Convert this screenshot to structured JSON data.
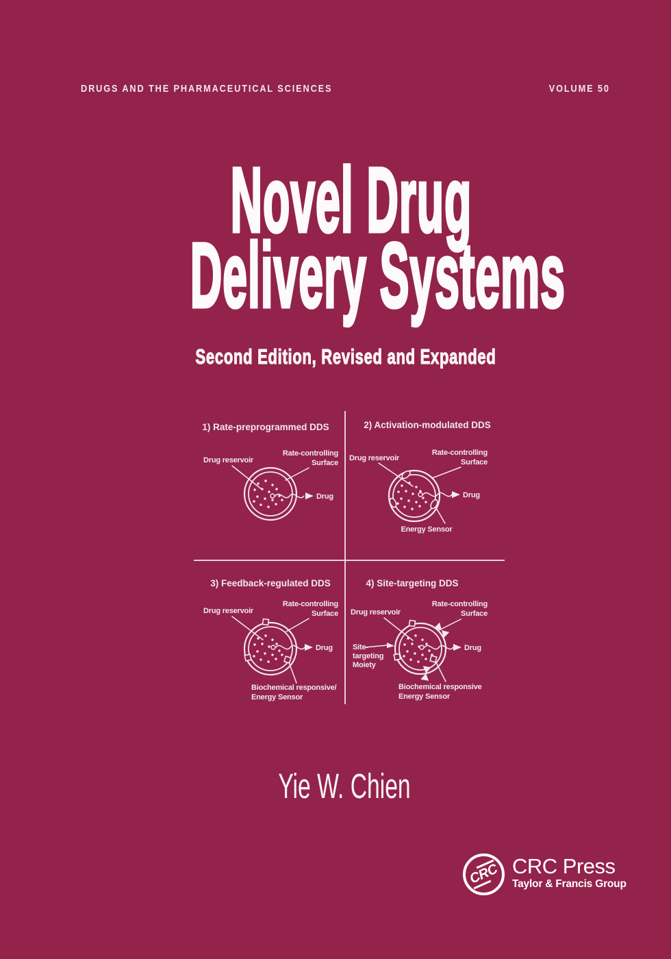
{
  "cover": {
    "series": "DRUGS AND THE PHARMACEUTICAL SCIENCES",
    "volume": "VOLUME 50",
    "title_line1": "Novel Drug",
    "title_line2": "Delivery Systems",
    "subtitle": "Second Edition, Revised and Expanded",
    "author": "Yie W. Chien",
    "colors": {
      "background": "#93234B",
      "text": "#FFFFFF",
      "diagram_ink": "#F2E9ED"
    }
  },
  "diagram": {
    "dot_pattern": [
      [
        -18,
        -15
      ],
      [
        -7,
        -19
      ],
      [
        3,
        -13
      ],
      [
        -23,
        -6
      ],
      [
        -12,
        -7
      ],
      [
        -2,
        -3
      ],
      [
        9,
        -7
      ],
      [
        -19,
        4
      ],
      [
        -8,
        7
      ],
      [
        3,
        9
      ],
      [
        13,
        3
      ],
      [
        -14,
        16
      ],
      [
        -3,
        19
      ],
      [
        8,
        15
      ],
      [
        17,
        9
      ],
      [
        -24,
        11
      ]
    ],
    "quadrants": [
      {
        "title": "1) Rate-preprogrammed DDS",
        "reservoir": "Drug reservoir",
        "surface1": "Rate-controlling",
        "surface2": "Surface",
        "drug": "Drug"
      },
      {
        "title": "2) Activation-modulated DDS",
        "reservoir": "Drug reservoir",
        "surface1": "Rate-controlling",
        "surface2": "Surface",
        "drug": "Drug",
        "sensor1": "Energy Sensor"
      },
      {
        "title": "3) Feedback-regulated DDS",
        "reservoir": "Drug reservoir",
        "surface1": "Rate-controlling",
        "surface2": "Surface",
        "drug": "Drug",
        "sensor1": "Biochemical responsive/",
        "sensor2": "Energy Sensor"
      },
      {
        "title": "4) Site-targeting DDS",
        "reservoir": "Drug reservoir",
        "surface1": "Rate-controlling",
        "surface2": "Surface",
        "drug": "Drug",
        "sensor1": "Biochemical responsive",
        "sensor2": "Energy Sensor",
        "moiety1": "Site-",
        "moiety2": "targeting",
        "moiety3": "Moiety"
      }
    ]
  },
  "publisher": {
    "logo_text": "CRC",
    "name": "CRC Press",
    "group": "Taylor & Francis Group"
  }
}
